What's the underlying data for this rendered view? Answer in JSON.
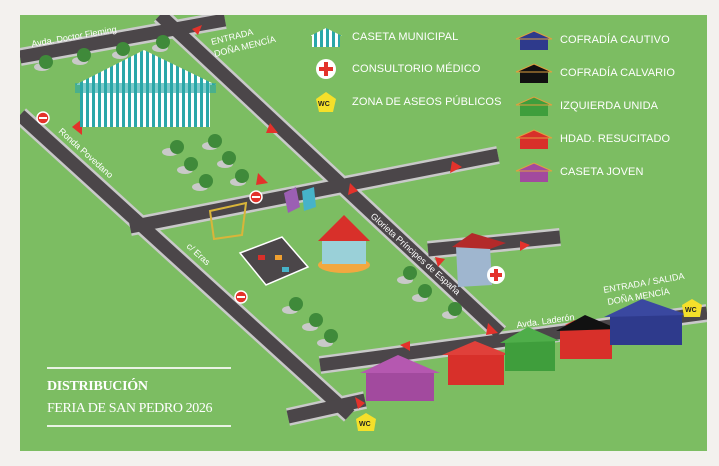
{
  "map": {
    "streets": {
      "doctor_fleming": "Avda. Doctor Fleming",
      "entrada_top_1": "ENTRADA",
      "entrada_top_2": "DOÑA MENCÍA",
      "ronda_povedano": "Ronda Povedano",
      "eras": "c/ Eras",
      "glorieta": "Glorieta Príncipes de España",
      "laderon": "Avda. Laderón",
      "entrada_salida_1": "ENTRADA / SALIDA",
      "entrada_salida_2": "DOÑA MENCÍA"
    },
    "wc_label": "WC"
  },
  "legend": {
    "left": [
      {
        "label": "CASETA MUNICIPAL",
        "icon": "tent-icon"
      },
      {
        "label": "CONSULTORIO MÉDICO",
        "icon": "medical-cross-icon"
      },
      {
        "label": "ZONA DE ASEOS PÚBLICOS",
        "icon": "wc-icon"
      }
    ],
    "right": [
      {
        "label": "COFRADÍA CAUTIVO",
        "color": "#2e3a8c"
      },
      {
        "label": "COFRADÍA CALVARIO",
        "color": "#111111"
      },
      {
        "label": "IZQUIERDA UNIDA",
        "color": "#3f9e3c"
      },
      {
        "label": "HDAD. RESUCITADO",
        "color": "#d8302a"
      },
      {
        "label": "CASETA JOVEN",
        "color": "#a24a9e"
      }
    ]
  },
  "title": {
    "line1": "DISTRIBUCIÓN",
    "line2": "FERIA DE SAN PEDRO 2026"
  }
}
